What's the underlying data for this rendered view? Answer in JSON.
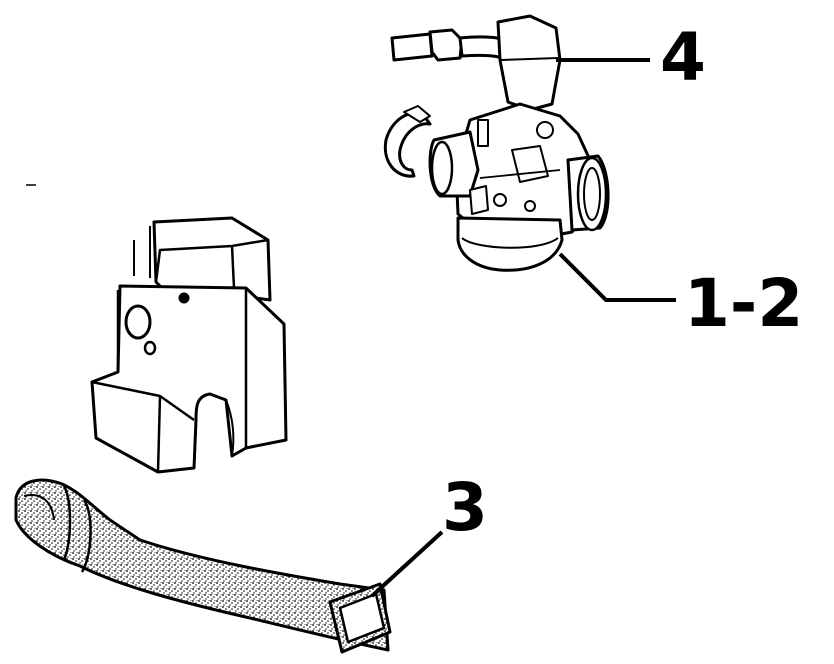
{
  "diagram": {
    "callouts": {
      "carburetor_top": "4",
      "carburetor_bottom": "1-2",
      "intake_hose": "3"
    },
    "parts": [
      {
        "id": "carburetor",
        "label_ref": "carburetor_top"
      },
      {
        "id": "support-block"
      },
      {
        "id": "intake-hose",
        "label_ref": "intake_hose"
      }
    ],
    "colors": {
      "ink": "#000000",
      "paper": "#ffffff"
    }
  }
}
